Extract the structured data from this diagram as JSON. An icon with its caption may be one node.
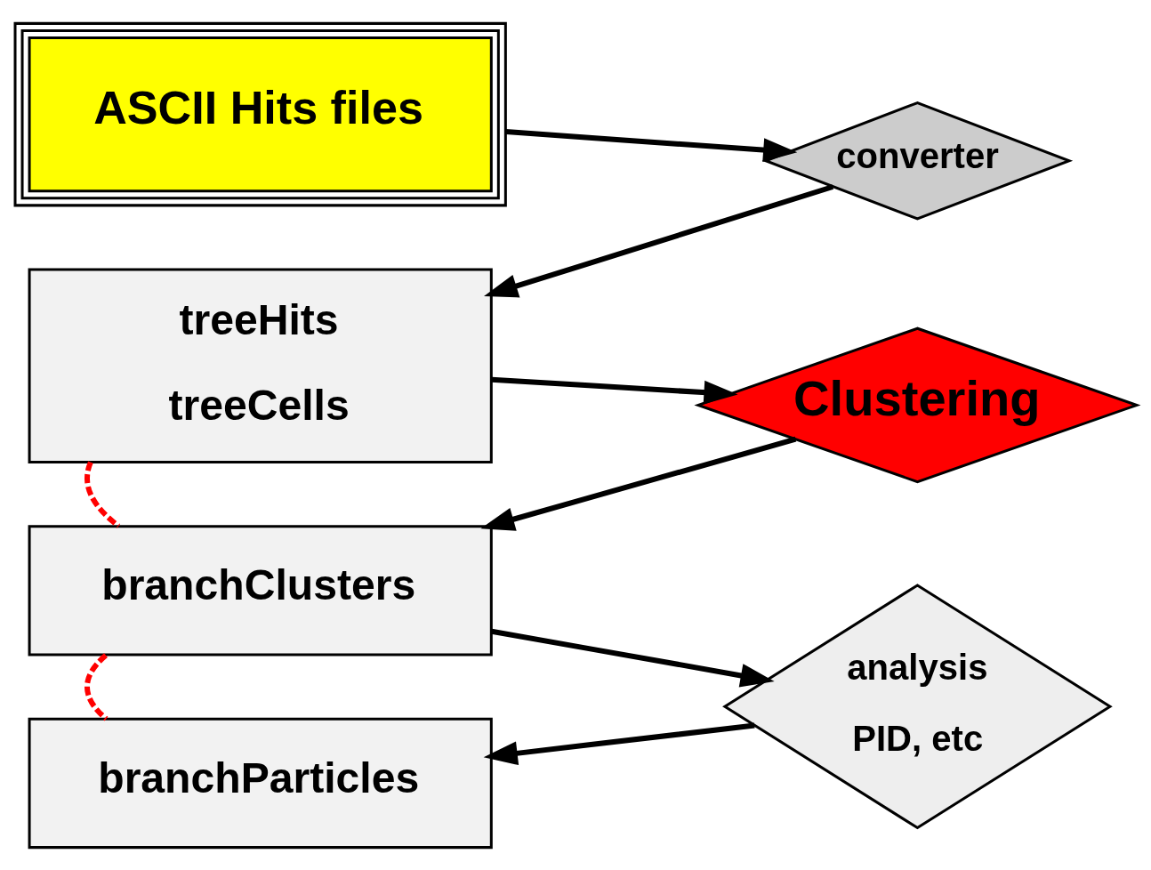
{
  "diagram": {
    "nodes": [
      {
        "text": [
          "ASCII Hits files"
        ]
      },
      {
        "text": [
          "converter"
        ]
      },
      {
        "text": [
          "treeHits",
          "treeCells"
        ]
      },
      {
        "text": [
          "Clustering"
        ]
      },
      {
        "text": [
          "branchClusters"
        ]
      },
      {
        "text": [
          "analysis",
          "PID, etc"
        ]
      },
      {
        "text": [
          "branchParticles"
        ]
      }
    ],
    "edges": [
      {
        "from": 0,
        "to": 1,
        "arrow": "to"
      },
      {
        "from": 1,
        "to": 2,
        "arrow": "to"
      },
      {
        "from": 2,
        "to": 3,
        "arrow": "to"
      },
      {
        "from": 3,
        "to": 4,
        "arrow": "to"
      },
      {
        "from": 4,
        "to": 5,
        "arrow": "to"
      },
      {
        "from": 5,
        "to": 6,
        "arrow": "to"
      },
      {
        "from": 2,
        "to": 4,
        "arrow": "none",
        "style": "dashed",
        "color": "#ff0000"
      },
      {
        "from": 4,
        "to": 6,
        "arrow": "none",
        "style": "dashed",
        "color": "#ff0000"
      }
    ]
  }
}
